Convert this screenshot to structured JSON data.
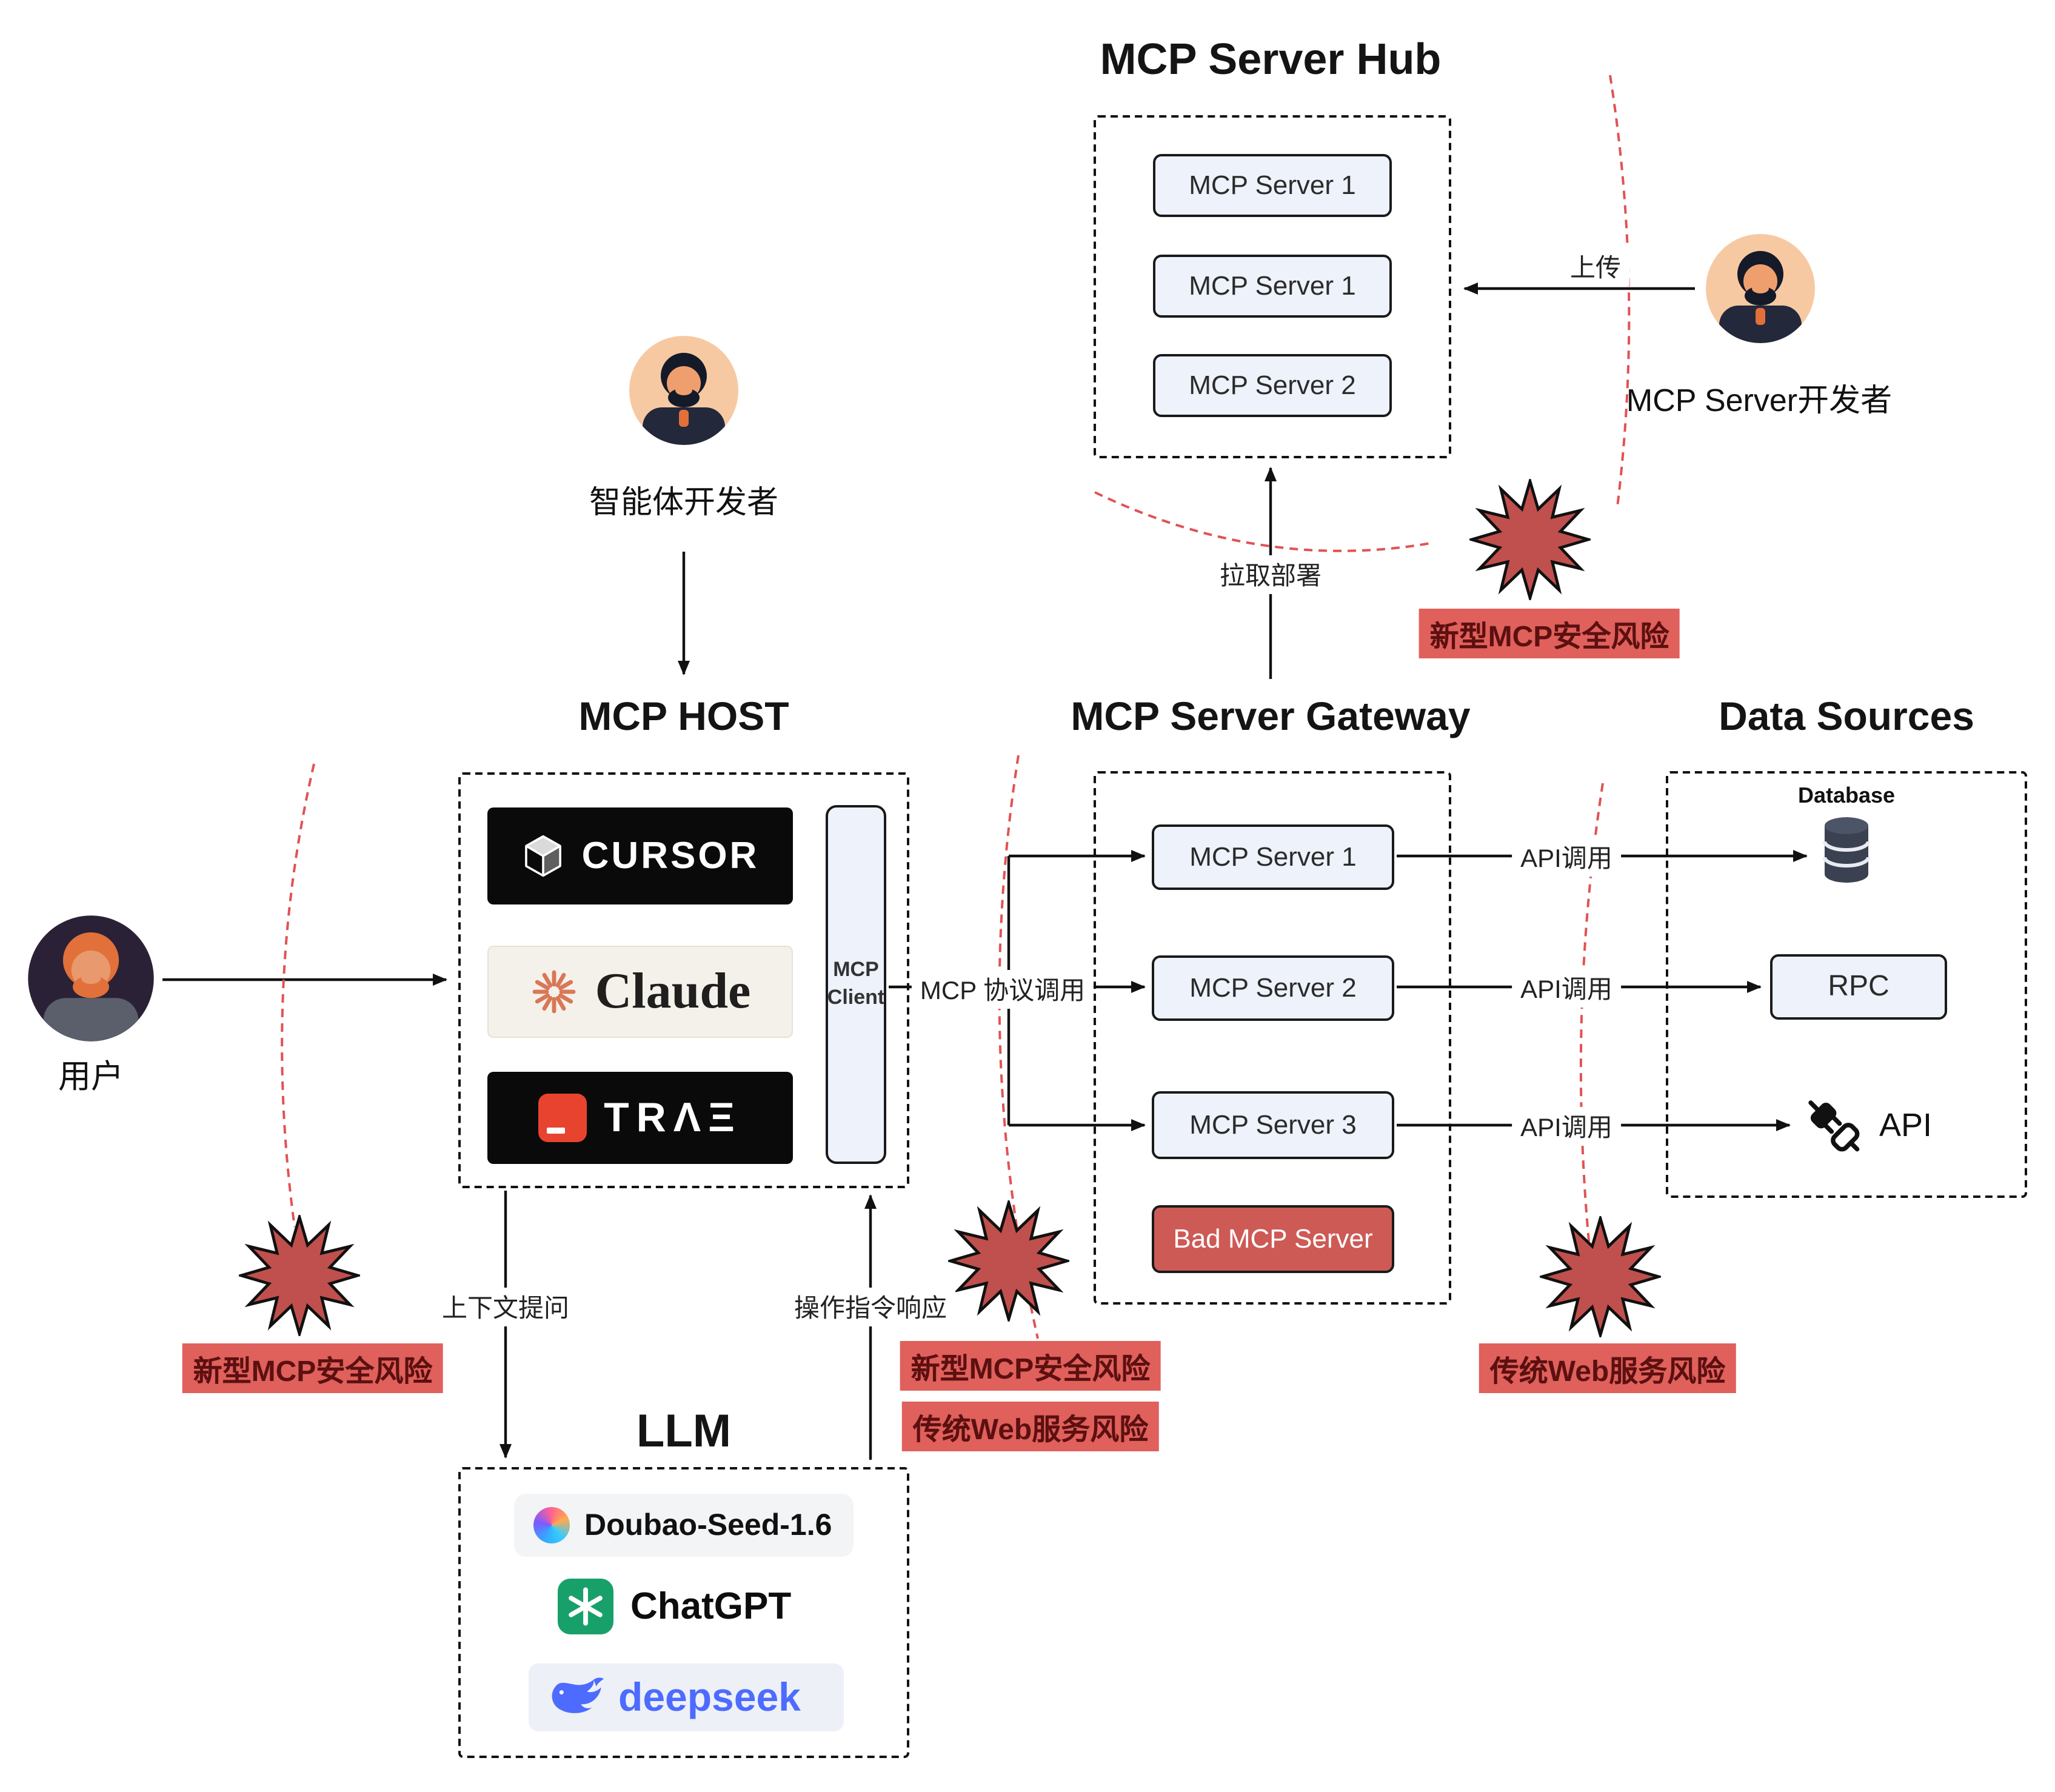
{
  "titles": {
    "hub": "MCP Server Hub",
    "host": "MCP HOST",
    "gateway": "MCP Server Gateway",
    "data_sources": "Data Sources",
    "llm": "LLM"
  },
  "actors": {
    "user": "用户",
    "agent_developer": "智能体开发者",
    "mcp_developer": "MCP Server开发者"
  },
  "hub": {
    "servers": [
      "MCP Server 1",
      "MCP Server 1",
      "MCP Server 2"
    ]
  },
  "host": {
    "client": {
      "line1": "MCP",
      "line2": "Client"
    },
    "apps": {
      "cursor": "CURSOR",
      "claude": "Claude",
      "trae": "TRΛΞ"
    }
  },
  "gateway": {
    "servers": [
      "MCP Server 1",
      "MCP Server 2",
      "MCP Server 3"
    ],
    "bad_server": "Bad MCP Server"
  },
  "data_sources": {
    "database": "Database",
    "rpc": "RPC",
    "api": "API"
  },
  "llm": {
    "models": [
      "Doubao-Seed-1.6",
      "ChatGPT",
      "deepseek"
    ]
  },
  "edges": {
    "upload": "上传",
    "pull_deploy": "拉取部署",
    "mcp_protocol": "MCP 协议调用",
    "api_call": "API调用",
    "context_prompt": "上下文提问",
    "op_response": "操作指令响应"
  },
  "risks": {
    "new_mcp": "新型MCP安全风险",
    "legacy_web": "传统Web服务风险"
  },
  "colors": {
    "risk_label_bg": "#e0605c",
    "risk_label_text": "#5c1010",
    "starburst": "#c0504d",
    "risk_boundary": "#e05353",
    "server_box_bg": "#edf2fb",
    "bad_server_bg": "#cd5a55",
    "claude_orange": "#d97757",
    "chatgpt_green": "#18a06a",
    "deepseek_blue": "#4d6bfe",
    "trae_red": "#e8432e"
  }
}
